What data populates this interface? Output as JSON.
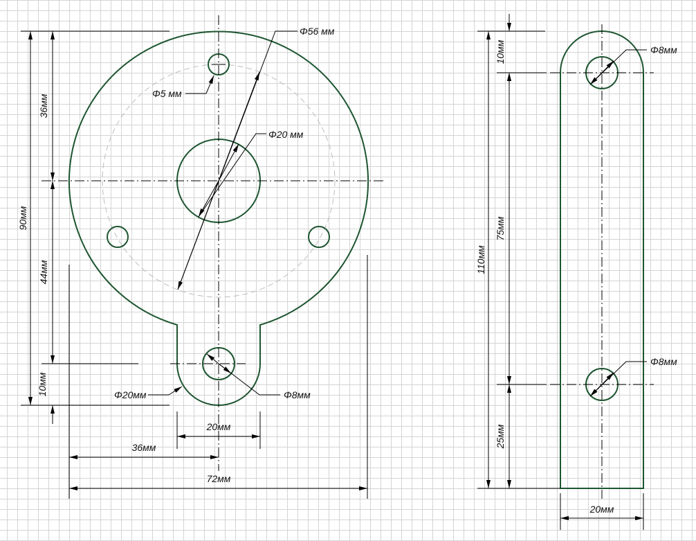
{
  "colors": {
    "part_outline": "#1d5530",
    "grid": "#d4d4d4",
    "pitch_circle": "#bdbdbd"
  },
  "left_view": {
    "dims": {
      "overall_height": "90мм",
      "top_to_center": "36мм",
      "center_to_tab_hole": "44мм",
      "tab_hole_to_bottom": "10мм",
      "tab_width": "20мм",
      "left_to_center": "36мм",
      "overall_width": "72мм",
      "pitch_circle_dia": "Φ56 мм",
      "center_hole_dia": "Φ20 мм",
      "small_hole_dia": "Φ5 мм",
      "tab_radius_dia": "Φ20мм",
      "tab_hole_dia": "Φ8мм"
    }
  },
  "right_view": {
    "dims": {
      "overall_height": "110мм",
      "top_to_hole": "10мм",
      "hole_spacing": "75мм",
      "hole_to_bottom": "25мм",
      "width": "20мм",
      "top_hole_dia": "Φ8мм",
      "bottom_hole_dia": "Φ8мм"
    }
  }
}
